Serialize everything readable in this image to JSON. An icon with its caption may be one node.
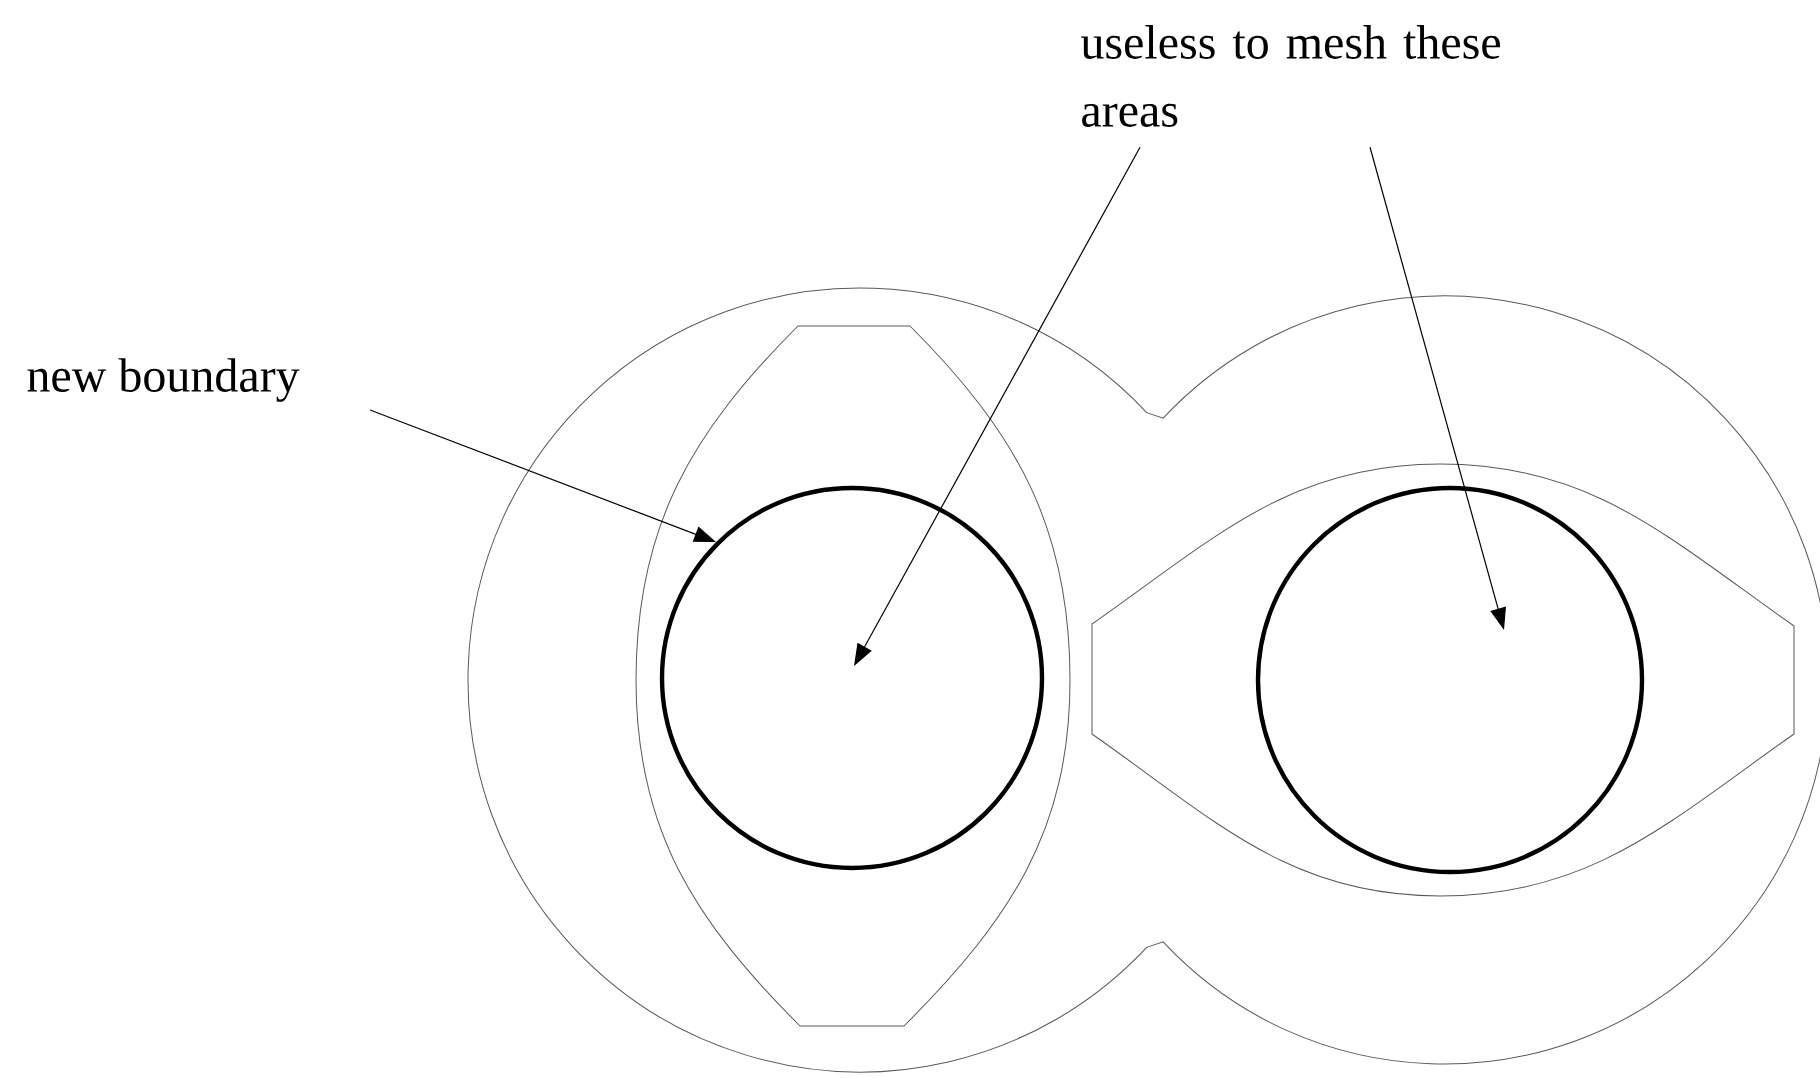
{
  "diagram": {
    "nodes": [
      {
        "text": [
          "new boundary"
        ]
      },
      {
        "text": [
          "useless to mesh these areas"
        ]
      },
      {
        "text": [],
        "shape": "circle"
      },
      {
        "text": [],
        "shape": "circle"
      }
    ],
    "edges": [
      {
        "from": 0,
        "to": 2,
        "arrow": "to"
      },
      {
        "from": 1,
        "to": 2,
        "arrow": "to"
      },
      {
        "from": 1,
        "to": 3,
        "arrow": "to"
      }
    ]
  }
}
